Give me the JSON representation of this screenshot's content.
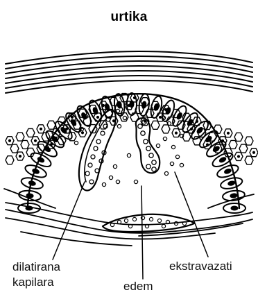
{
  "title": "urtika",
  "labels": {
    "dilatirana_line1": "dilatirana",
    "dilatirana_line2": "kapilara",
    "edem": "edem",
    "ekstravazati": "ekstravazati"
  }
}
